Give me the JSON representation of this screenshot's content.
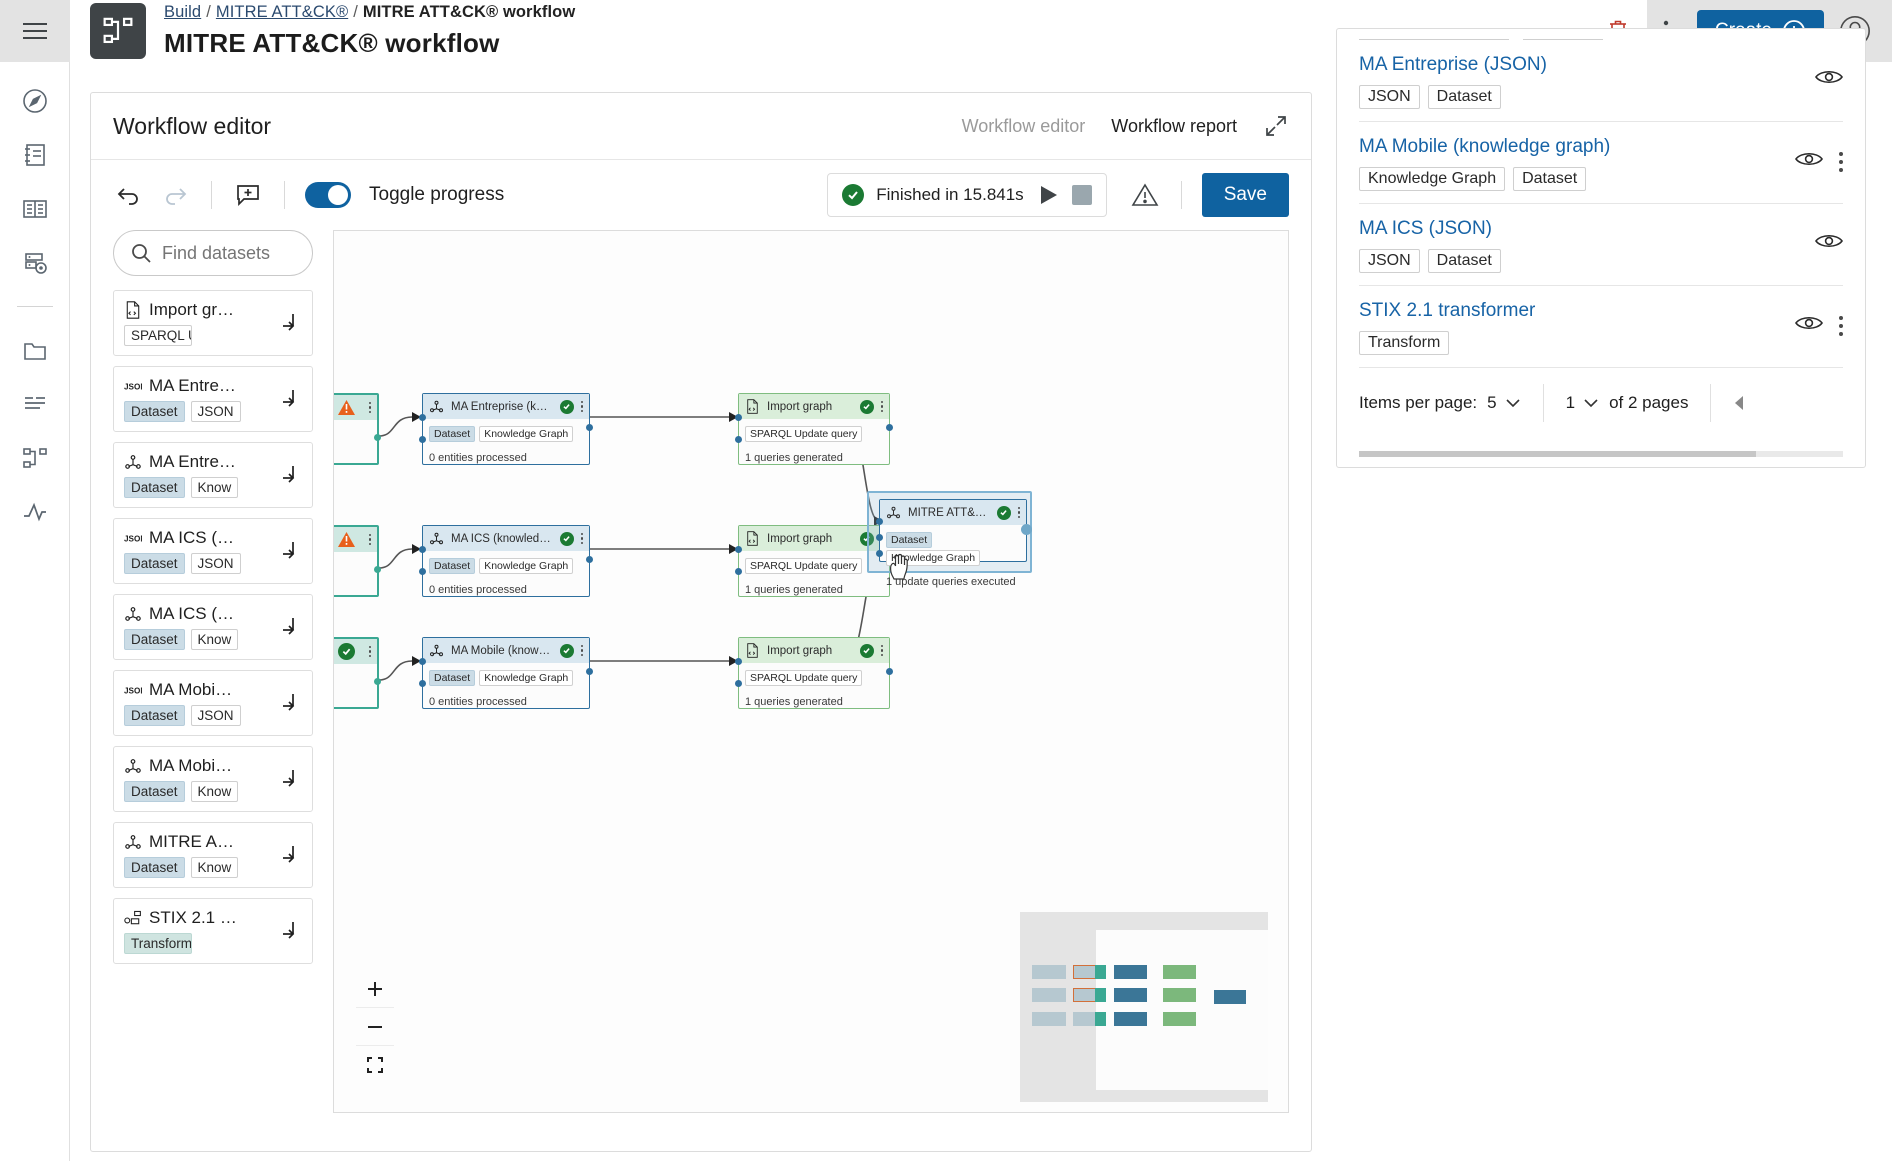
{
  "nav": {
    "menu_icon": "hamburger-menu-icon",
    "items": [
      {
        "icon": "compass-icon",
        "name": "explore"
      },
      {
        "icon": "notebook-icon",
        "name": "notebook"
      },
      {
        "icon": "book-icon",
        "name": "vocabulary"
      },
      {
        "icon": "database-eye-icon",
        "name": "data-catalog"
      },
      {
        "icon": "folder-icon",
        "name": "files"
      },
      {
        "icon": "list-icon",
        "name": "tasks"
      },
      {
        "icon": "workflow-icon",
        "name": "workflows"
      },
      {
        "icon": "metrics-icon",
        "name": "metrics"
      }
    ]
  },
  "header": {
    "logo": "workflow-logo-icon",
    "breadcrumb": [
      {
        "label": "Build",
        "link": true
      },
      {
        "label": "MITRE ATT&CK®",
        "link": true
      },
      {
        "label": "MITRE ATT&CK® workflow",
        "link": false
      }
    ],
    "title": "MITRE ATT&CK® workflow",
    "delete_icon": "trash-icon",
    "more_icon": "kebab-menu-icon",
    "create_label": "Create",
    "create_icon": "plus-circle-icon",
    "account_icon": "user-avatar-icon",
    "accent_color": "#0f62a0",
    "delete_color": "#c0392b"
  },
  "editor": {
    "heading": "Workflow editor",
    "tabs": [
      {
        "label": "Workflow editor",
        "active": false
      },
      {
        "label": "Workflow report",
        "active": true
      }
    ],
    "expand_icon": "expand-diagonal-icon",
    "toolbar": {
      "undo_icon": "undo-arrow-icon",
      "redo_icon": "redo-arrow-icon",
      "add_note_icon": "add-comment-icon",
      "toggle_label": "Toggle progress",
      "toggle_on": true,
      "status_icon": "check-circle-icon",
      "status_text": "Finished in 15.841s",
      "play_icon": "play-triangle-icon",
      "stop_icon": "stop-square-icon",
      "warning_icon": "warning-triangle-icon",
      "save_label": "Save"
    }
  },
  "palette": {
    "search_placeholder": "Find datasets",
    "search_value": "",
    "search_icon": "search-icon",
    "download_icon": "download-arrow-icon",
    "items": [
      {
        "icon": "file-code-icon",
        "name": "Import gr…",
        "tags": [
          {
            "text": "SPARQL Upd…",
            "style": "plain"
          }
        ]
      },
      {
        "icon": "json-icon",
        "name": "MA Entre…",
        "tags": [
          {
            "text": "Dataset",
            "style": "ds"
          },
          {
            "text": "JSON",
            "style": "plain"
          }
        ]
      },
      {
        "icon": "graph-icon",
        "name": "MA Entre…",
        "tags": [
          {
            "text": "Dataset",
            "style": "ds"
          },
          {
            "text": "Know",
            "style": "plain"
          }
        ]
      },
      {
        "icon": "json-icon",
        "name": "MA ICS (…",
        "tags": [
          {
            "text": "Dataset",
            "style": "ds"
          },
          {
            "text": "JSON",
            "style": "plain"
          }
        ]
      },
      {
        "icon": "graph-icon",
        "name": "MA ICS (…",
        "tags": [
          {
            "text": "Dataset",
            "style": "ds"
          },
          {
            "text": "Know",
            "style": "plain"
          }
        ]
      },
      {
        "icon": "json-icon",
        "name": "MA Mobi…",
        "tags": [
          {
            "text": "Dataset",
            "style": "ds"
          },
          {
            "text": "JSON",
            "style": "plain"
          }
        ]
      },
      {
        "icon": "graph-icon",
        "name": "MA Mobi…",
        "tags": [
          {
            "text": "Dataset",
            "style": "ds"
          },
          {
            "text": "Know",
            "style": "plain"
          }
        ]
      },
      {
        "icon": "graph-icon",
        "name": "MITRE A…",
        "tags": [
          {
            "text": "Dataset",
            "style": "ds"
          },
          {
            "text": "Know",
            "style": "plain"
          }
        ]
      },
      {
        "icon": "transform-icon",
        "name": "STIX 2.1 …",
        "tags": [
          {
            "text": "Transform",
            "style": "tr"
          }
        ]
      }
    ]
  },
  "canvas": {
    "zoom_in_icon": "plus-icon",
    "zoom_out_icon": "minus-icon",
    "fit_icon": "fit-screen-icon",
    "nodes": [
      {
        "id": "src1",
        "status": "warning",
        "status_icon": "warning-triangle-icon"
      },
      {
        "id": "src2",
        "status": "warning",
        "status_icon": "warning-triangle-icon"
      },
      {
        "id": "src3",
        "status": "ok",
        "status_icon": "check-circle-icon"
      },
      {
        "id": "n1",
        "title": "MA Entreprise (knowle…",
        "icon": "graph-icon",
        "tags": [
          "Dataset",
          "Knowledge Graph"
        ],
        "footer": "0 entities processed",
        "status": "ok"
      },
      {
        "id": "n2",
        "title": "MA ICS (knowledge gr…",
        "icon": "graph-icon",
        "tags": [
          "Dataset",
          "Knowledge Graph"
        ],
        "footer": "0 entities processed",
        "status": "ok"
      },
      {
        "id": "n3",
        "title": "MA Mobile (knowledg…",
        "icon": "graph-icon",
        "tags": [
          "Dataset",
          "Knowledge Graph"
        ],
        "footer": "0 entities processed",
        "status": "ok"
      },
      {
        "id": "g1",
        "title": "Import graph",
        "icon": "file-code-icon",
        "tags": [
          "SPARQL Update query"
        ],
        "footer": "1 queries generated",
        "status": "ok"
      },
      {
        "id": "g2",
        "title": "Import graph",
        "icon": "file-code-icon",
        "tags": [
          "SPARQL Update query"
        ],
        "footer": "1 queries generated",
        "status": "ok"
      },
      {
        "id": "g3",
        "title": "Import graph",
        "icon": "file-code-icon",
        "tags": [
          "SPARQL Update query"
        ],
        "footer": "1 queries generated",
        "status": "ok"
      },
      {
        "id": "out",
        "title": "MITRE ATT&CK® (kno…",
        "icon": "graph-icon",
        "tags": [
          "Dataset",
          "Knowledge Graph"
        ],
        "footer": "1 update queries executed",
        "status": "ok",
        "selected": true
      }
    ],
    "cursor_icon": "grab-hand-cursor"
  },
  "right_panel": {
    "rows": [
      {
        "name": "MA Entreprise (JSON)",
        "tags": [
          "JSON",
          "Dataset"
        ],
        "eye_icon": "eye-icon",
        "has_menu": false
      },
      {
        "name": "MA Mobile (knowledge graph)",
        "tags": [
          "Knowledge Graph",
          "Dataset"
        ],
        "eye_icon": "eye-icon",
        "has_menu": true
      },
      {
        "name": "MA ICS (JSON)",
        "tags": [
          "JSON",
          "Dataset"
        ],
        "eye_icon": "eye-icon",
        "has_menu": false
      },
      {
        "name": "STIX 2.1 transformer",
        "tags": [
          "Transform"
        ],
        "eye_icon": "eye-icon",
        "has_menu": true
      }
    ],
    "pager": {
      "items_label": "Items per page:",
      "items_value": "5",
      "page_value": "1",
      "of_label": "of 2 pages",
      "prev_icon": "chevron-left-icon",
      "chevron_icon": "chevron-down-icon"
    }
  }
}
